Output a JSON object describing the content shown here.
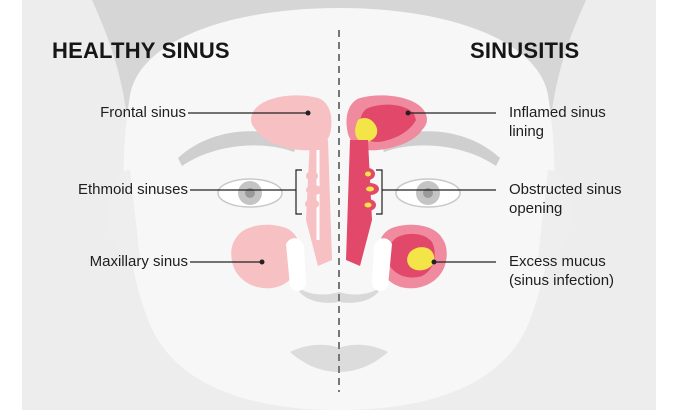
{
  "headings": {
    "left": "HEALTHY SINUS",
    "right": "SINUSITIS"
  },
  "labels_left": {
    "frontal": "Frontal sinus",
    "ethmoid": "Ethmoid sinuses",
    "maxillary": "Maxillary sinus"
  },
  "labels_right": {
    "inflamed_1": "Inflamed sinus",
    "inflamed_2": "lining",
    "obstructed_1": "Obstructed sinus",
    "obstructed_2": "opening",
    "mucus_1": "Excess mucus",
    "mucus_2": "(sinus infection)"
  },
  "colors": {
    "background": "#ededed",
    "face": "#f7f7f7",
    "hair": "#d6d6d6",
    "skin_shadow": "#e2e2e2",
    "healthy_sinus": "#f7c0c3",
    "inflamed_lining": "#e2486a",
    "inflamed_tissue": "#f08a9e",
    "mucus": "#f3e447",
    "divider": "#777777"
  }
}
